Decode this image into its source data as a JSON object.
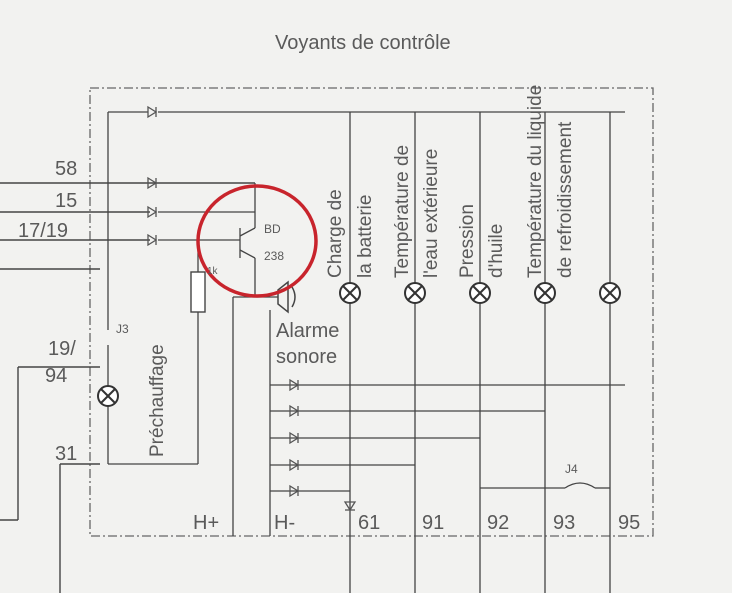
{
  "title": "Voyants de contrôle",
  "terminals_left": [
    "58",
    "15",
    "17/19",
    "19/",
    "94",
    "31"
  ],
  "component": {
    "line1": "BD",
    "line2": "238"
  },
  "resistor_label": "1k",
  "jumpers": [
    "J3",
    "J4"
  ],
  "preheat_label": "Préchauffage",
  "alarm": {
    "line1": "Alarme",
    "line2": "sonore"
  },
  "lamp_labels": [
    {
      "line1": "Charge de",
      "line2": "la batterie"
    },
    {
      "line1": "Température de",
      "line2": "l'eau extérieure"
    },
    {
      "line1": "Pression",
      "line2": "d'huile"
    },
    {
      "line1": "Température du liquide",
      "line2": "de refroidissement"
    }
  ],
  "bottom_terminals": [
    "H+",
    "H-",
    "61",
    "91",
    "92",
    "93",
    "95"
  ],
  "highlight_color": "#c8242c"
}
